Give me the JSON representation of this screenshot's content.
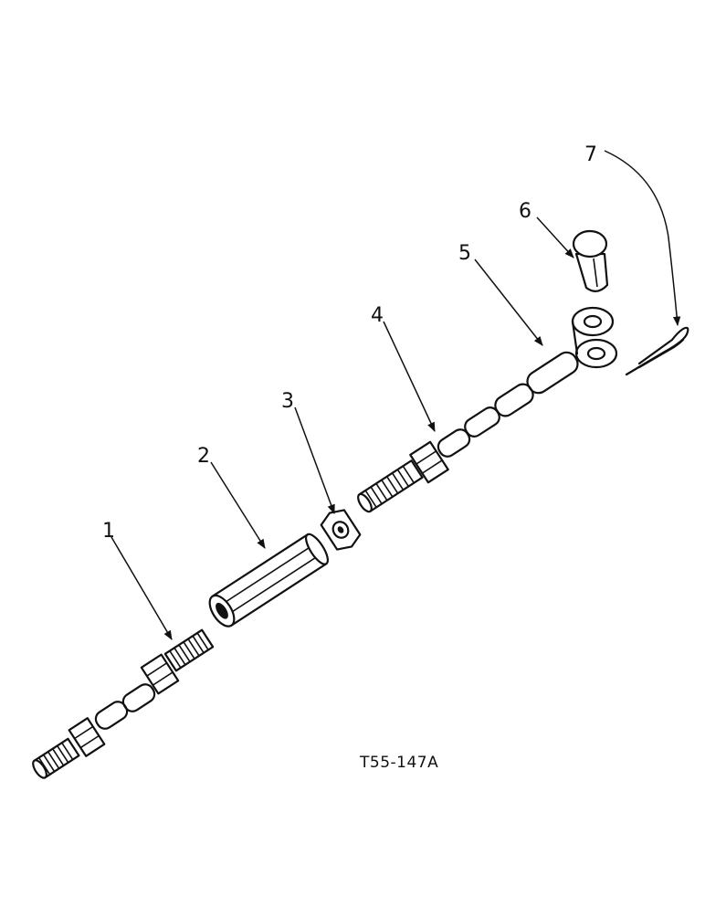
{
  "callouts": [
    "1",
    "2",
    "3",
    "4",
    "5",
    "6",
    "7"
  ],
  "figure_code": "T55-147A"
}
